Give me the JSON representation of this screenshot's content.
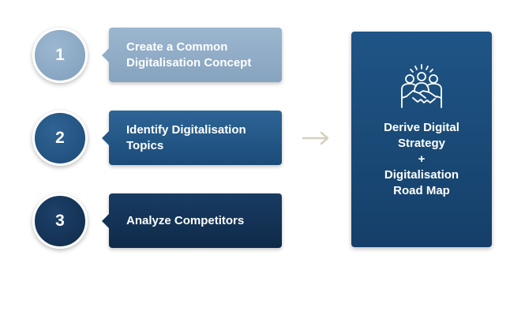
{
  "steps": [
    {
      "number": "1",
      "line1": "Create a Common",
      "line2": "Digitalisation Concept"
    },
    {
      "number": "2",
      "line1": "Identify Digitalisation",
      "line2": "Topics"
    },
    {
      "number": "3",
      "line1": "Analyze Competitors",
      "line2": ""
    }
  ],
  "result": {
    "icon": "team-handshake-icon",
    "lines": [
      "Derive Digital",
      "Strategy",
      "+",
      "Digitalisation",
      "Road Map"
    ]
  },
  "arrow_icon": "arrow-right-icon",
  "colors": {
    "step1": "#86a3bf",
    "step2": "#1c4b79",
    "step3": "#0f2a49",
    "panel": "#1a4a78",
    "arrow": "#d6d0c2"
  }
}
